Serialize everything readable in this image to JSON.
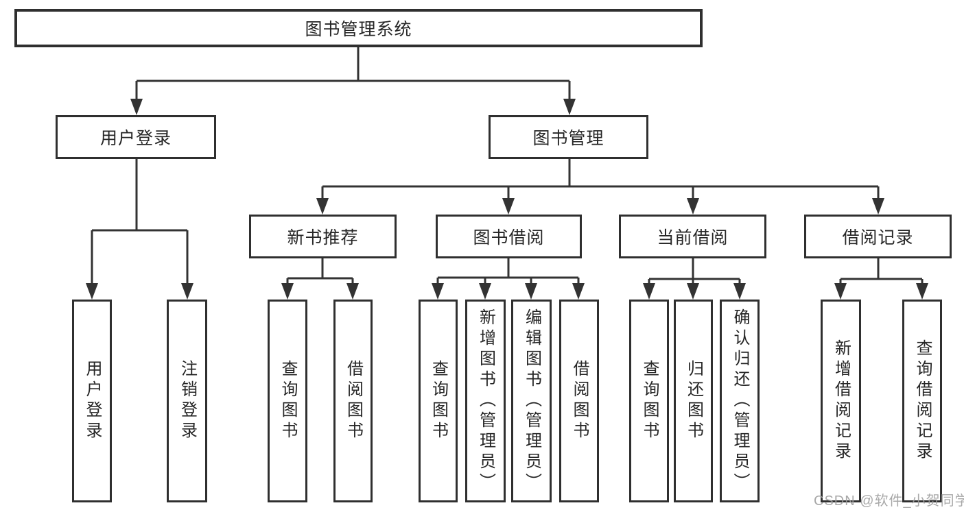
{
  "diagram_title": "图书管理系统",
  "watermark": "CSDN @软件_小贺同学",
  "colors": {
    "line": "#333333",
    "box_border": "#2f2f2f",
    "text": "#262626",
    "watermark": "#9e9e9e",
    "background": "#ffffff"
  },
  "tree": {
    "root": {
      "label": "图书管理系统"
    },
    "branches": [
      {
        "label": "用户登录",
        "children": [
          "用户登录",
          "注销登录"
        ]
      },
      {
        "label": "图书管理",
        "sections": [
          {
            "label": "新书推荐",
            "children": [
              "查询图书",
              "借阅图书"
            ]
          },
          {
            "label": "图书借阅",
            "children": [
              "查询图书",
              "新增图书（管理员）",
              "编辑图书（管理员）",
              "借阅图书"
            ]
          },
          {
            "label": "当前借阅",
            "children": [
              "查询图书",
              "归还图书",
              "确认归还（管理员）"
            ]
          },
          {
            "label": "借阅记录",
            "children": [
              "新增借阅记录",
              "查询借阅记录"
            ]
          }
        ]
      }
    ]
  }
}
